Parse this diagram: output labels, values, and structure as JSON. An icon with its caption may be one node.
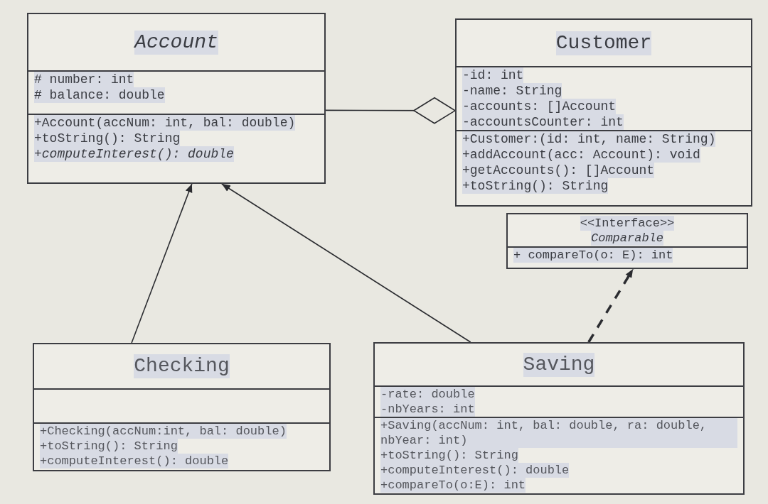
{
  "diagram": {
    "nodes": [
      {
        "text": [
          "Account"
        ]
      },
      {
        "text": [
          "# number: int",
          "# balance: double"
        ],
        "in": 0
      },
      {
        "text": [
          "+Account(accNum: int, bal: double)",
          "+toString(): String",
          "+computeInterest(): double"
        ],
        "in": 0
      },
      {
        "text": [
          "Customer"
        ]
      },
      {
        "text": [
          "-id: int",
          "-name: String",
          "-accounts: []Account",
          "-accountsCounter: int"
        ],
        "in": 3
      },
      {
        "text": [
          "+Customer:(id: int, name: String)",
          "+addAccount(acc: Account): void",
          "+getAccounts(): []Account",
          "+toString(): String"
        ],
        "in": 3
      },
      {
        "text": [
          "<<Interface>>",
          "Comparable"
        ]
      },
      {
        "text": [
          "+ compareTo(o: E): int"
        ],
        "in": 6
      },
      {
        "text": [
          "Checking"
        ]
      },
      {
        "text": [],
        "shape": "box",
        "in": 8
      },
      {
        "text": [
          "+Checking(accNum:int, bal: double)",
          "+toString(): String",
          "+computeInterest(): double"
        ],
        "in": 8
      },
      {
        "text": [
          "Saving"
        ]
      },
      {
        "text": [
          "-rate: double",
          "-nbYears: int"
        ],
        "in": 11
      },
      {
        "text": [
          "+Saving(accNum: int, bal: double, ra: double, nbYear: int)",
          "+toString(): String",
          "+computeInterest(): double",
          "+compareTo(o:E): int"
        ],
        "in": 11
      }
    ],
    "edges": [
      {
        "from": 0,
        "to": 3,
        "arrow": "other"
      },
      {
        "from": 8,
        "to": 0,
        "arrow": "to"
      },
      {
        "from": 11,
        "to": 0,
        "arrow": "to"
      },
      {
        "from": 11,
        "to": 6,
        "arrow": "to",
        "style": "dashed"
      }
    ]
  }
}
